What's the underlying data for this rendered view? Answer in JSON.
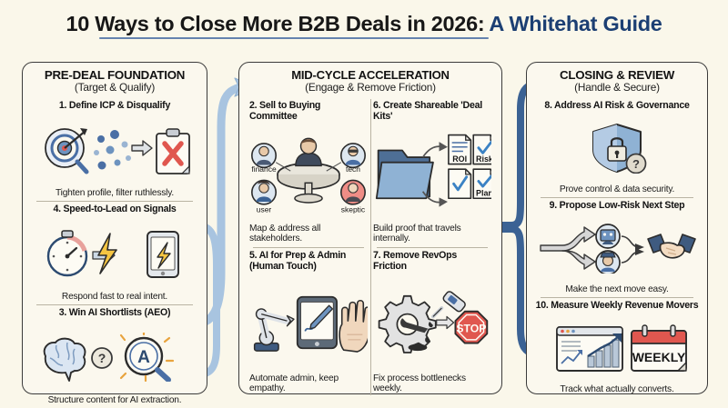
{
  "title": {
    "main": "10 Ways to Close More B2B Deals in 2026:",
    "accent": "A Whitehat Guide",
    "underline_color": "#4a6fa5",
    "accent_color": "#1c3f73"
  },
  "theme": {
    "background": "#faf7ea",
    "panel": "#fbf8ee",
    "border": "#3b3b3b",
    "divider": "#b9b4a3",
    "blue_light": "#a8c4e0",
    "blue_dark": "#3b6294",
    "red": "#e0574f",
    "ink": "#1d1d1d"
  },
  "columns": [
    {
      "id": "pre-deal-foundation",
      "heading": "PRE-DEAL FOUNDATION",
      "subheading": "(Target & Qualify)",
      "items": [
        {
          "number": "1.",
          "title": "1. Define ICP & Disqualify",
          "caption": "Tighten profile, filter ruthlessly.",
          "icon": "target-magnifier-clipboard-x-icon"
        },
        {
          "number": "4.",
          "title": "4. Speed-to-Lead on Signals",
          "caption": "Respond fast to real intent.",
          "icon": "stopwatch-bolt-phone-icon"
        },
        {
          "number": "3.",
          "title": "3. Win AI Shortlists (AEO)",
          "caption": "Structure content for AI extraction.",
          "icon": "brain-question-magnifier-a-icon"
        }
      ]
    },
    {
      "id": "mid-cycle-acceleration",
      "heading": "MID-CYCLE ACCELERATION",
      "subheading": "(Engage & Remove Friction)",
      "items": [
        {
          "number": "2.",
          "title": "2. Sell to Buying Committee",
          "caption": "Map & address all stakeholders.",
          "icon": "buying-committee-table-icon",
          "roles": [
            "finance",
            "tech",
            "user",
            "skeptic"
          ]
        },
        {
          "number": "6.",
          "title": "6. Create Shareable 'Deal Kits'",
          "caption": "Build proof that travels internally.",
          "icon": "folder-documents-icon",
          "doc_labels": [
            "ROI",
            "Risk",
            "",
            "Plan"
          ]
        },
        {
          "number": "5.",
          "title": "5. AI for Prep & Admin (Human Touch)",
          "caption": "Automate admin, keep empathy.",
          "icon": "robot-arm-tablet-hand-icon"
        },
        {
          "number": "7.",
          "title": "7. Remove RevOps Friction",
          "caption": "Fix process bottlenecks weekly.",
          "icon": "gear-oilcan-stop-icon",
          "stop_label": "STOP"
        }
      ]
    },
    {
      "id": "closing-and-review",
      "heading": "CLOSING & REVIEW",
      "subheading": "(Handle & Secure)",
      "items": [
        {
          "number": "8.",
          "title": "8. Address AI Risk & Governance",
          "caption": "Prove control & data security.",
          "icon": "shield-lock-question-icon"
        },
        {
          "number": "9.",
          "title": "9. Propose Low-Risk Next Step",
          "caption": "Make the next move easy.",
          "icon": "fork-arrows-handshake-icon"
        },
        {
          "number": "10.",
          "title": "10. Measure Weekly Revenue Movers",
          "caption": "Track what actually converts.",
          "icon": "dashboard-chart-calendar-icon",
          "calendar_label": "WEEKLY"
        }
      ]
    }
  ]
}
